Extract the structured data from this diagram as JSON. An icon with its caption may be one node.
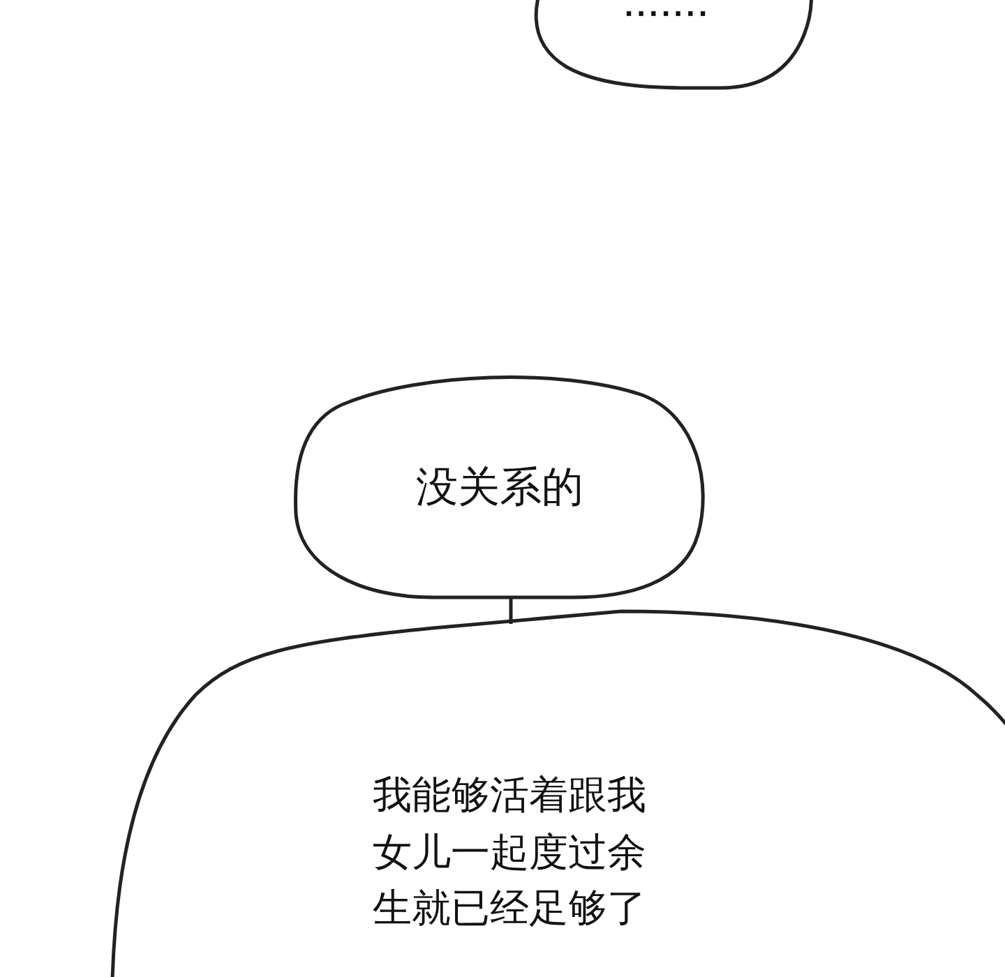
{
  "diagram": {
    "nodes": [
      {
        "text": [
          "·······"
        ]
      },
      {
        "text": [
          "没关系的"
        ]
      },
      {
        "text": [
          "我能够活着跟我女儿一起度过余生就已经足够了"
        ]
      }
    ],
    "edges": [
      {
        "from": 1,
        "to": 2,
        "arrow": "none"
      }
    ]
  }
}
